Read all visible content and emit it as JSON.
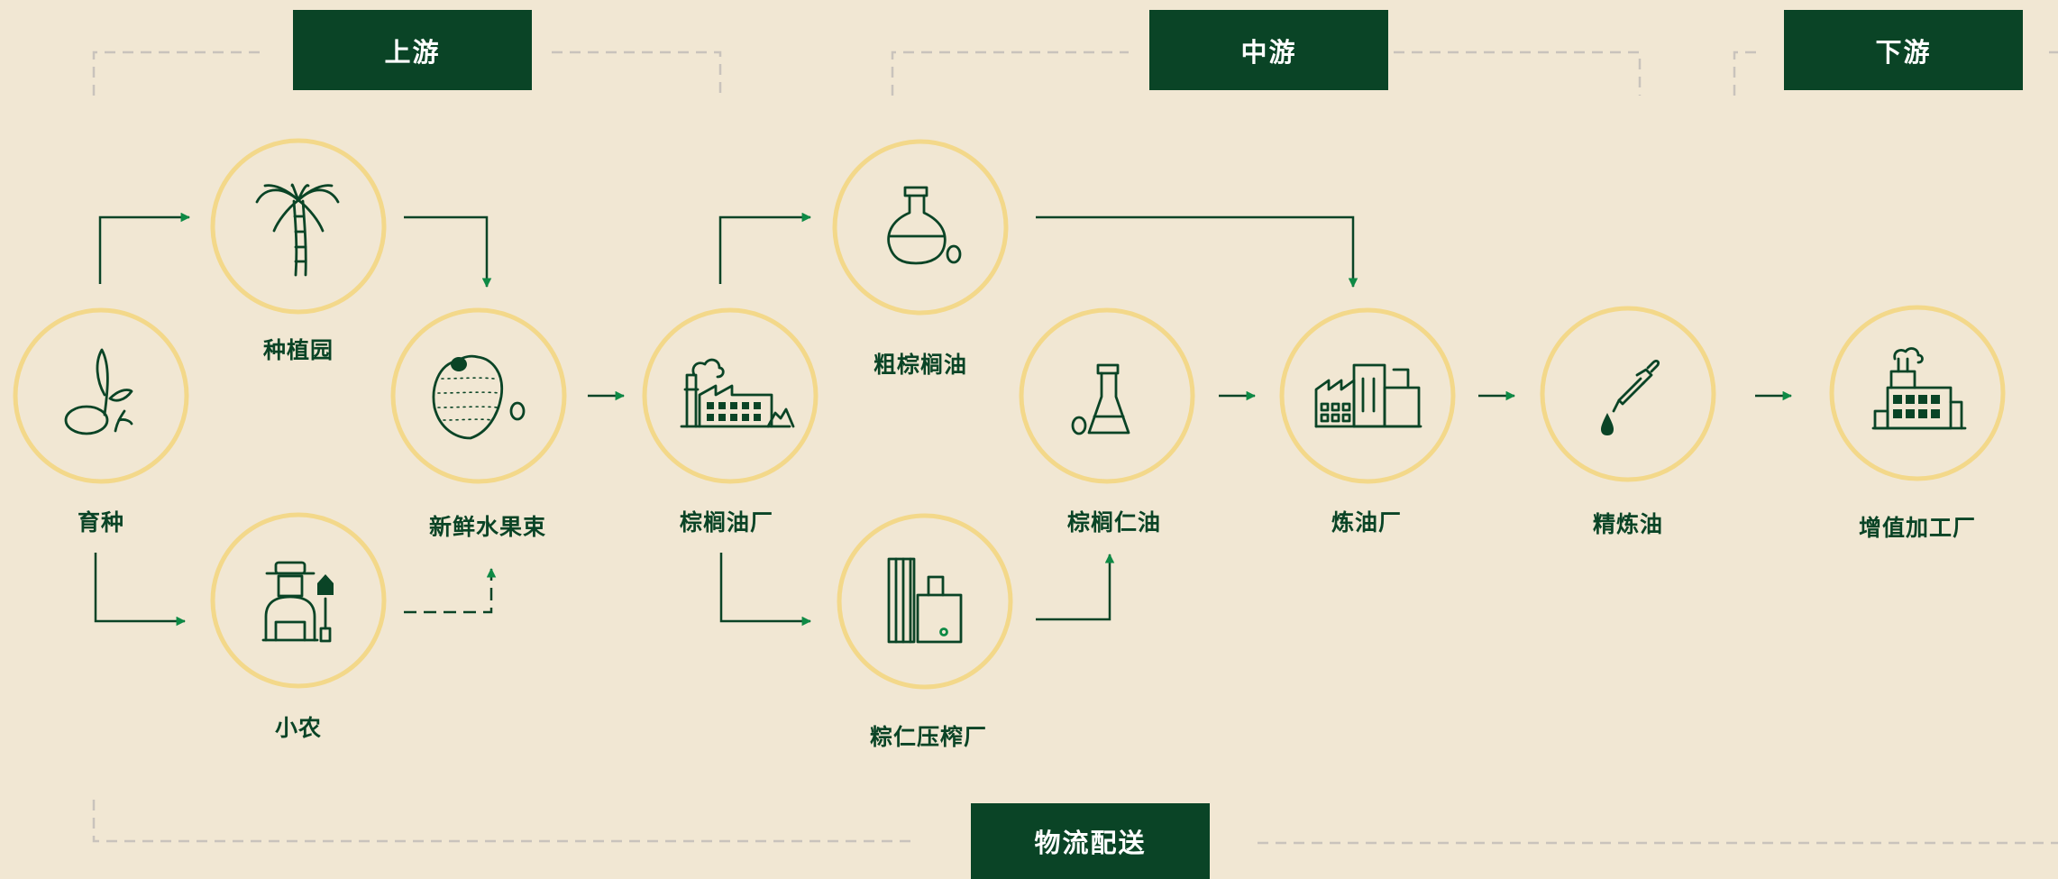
{
  "banners": {
    "upstream": "上游",
    "midstream": "中游",
    "downstream": "下游",
    "logistics": "物流配送"
  },
  "nodes": {
    "breeding": "育种",
    "plantation": "种植园",
    "smallholder": "小农",
    "ffb": "新鲜水果束",
    "palm_oil_mill": "棕榈油厂",
    "crude_palm_oil": "粗棕榈油",
    "kernel_crusher": "粽仁压榨厂",
    "palm_kernel_oil": "棕榈仁油",
    "refinery": "炼油厂",
    "refined_oil": "精炼油",
    "value_added_plant": "增值加工厂"
  },
  "colors": {
    "background": "#f1e7d3",
    "banner": "#0a4426",
    "circle": "#f3d88a",
    "line": "#0a4426",
    "arrowhead": "#0e8a45",
    "dashed_bracket": "#c9c3bc"
  }
}
